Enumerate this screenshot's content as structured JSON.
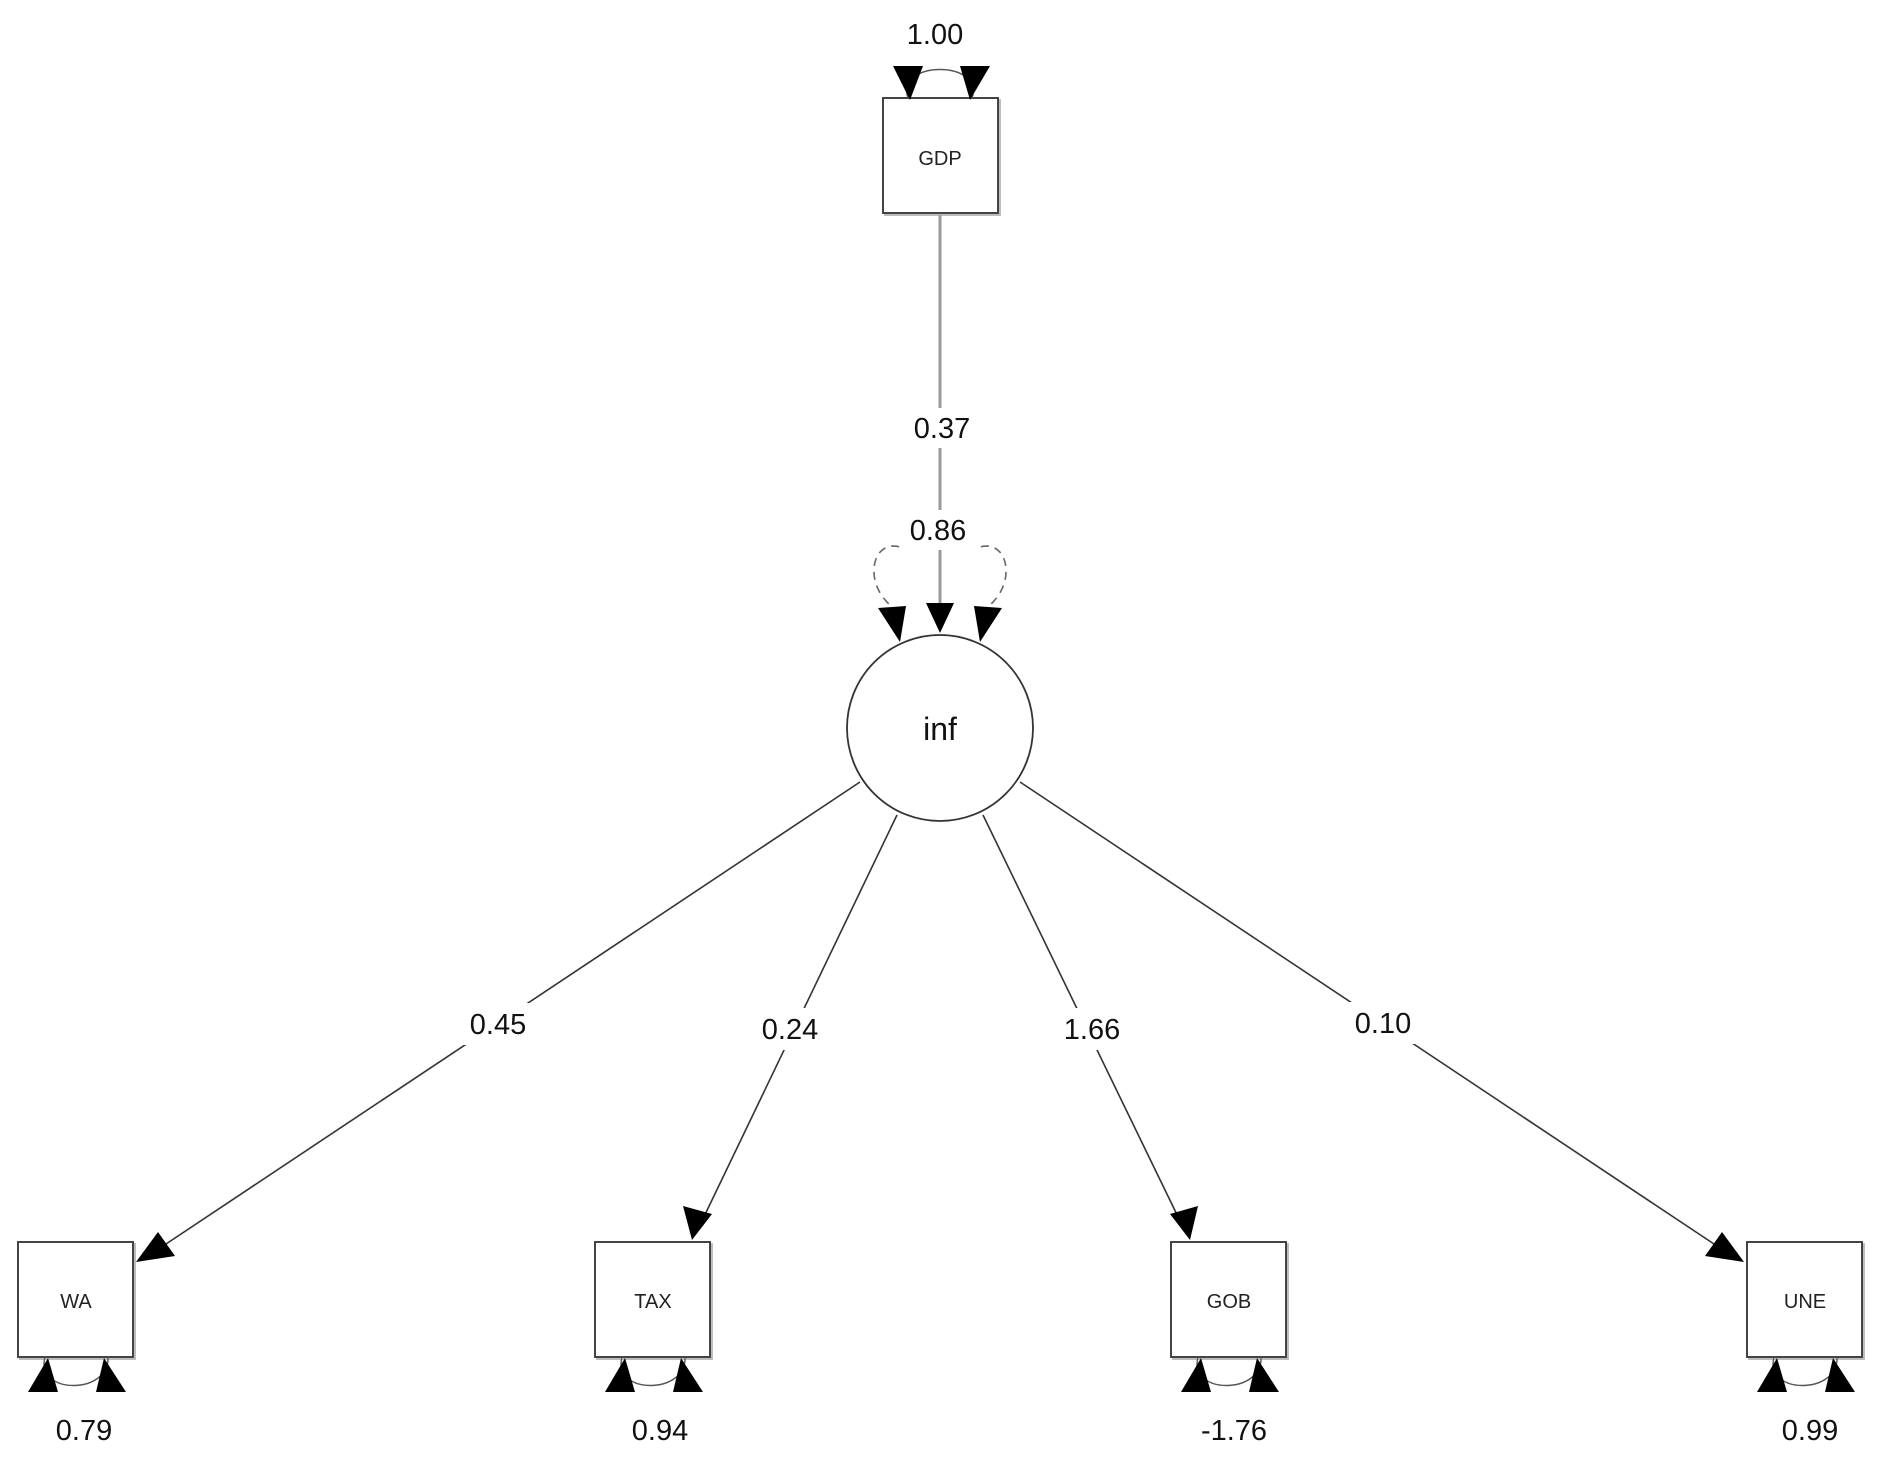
{
  "nodes": {
    "gdp": {
      "label": "GDP",
      "variance": "1.00"
    },
    "inf": {
      "label": "inf",
      "variance": "0.86"
    },
    "wa": {
      "label": "WA",
      "variance": "0.79"
    },
    "tax": {
      "label": "TAX",
      "variance": "0.94"
    },
    "gob": {
      "label": "GOB",
      "variance": "-1.76"
    },
    "une": {
      "label": "UNE",
      "variance": "0.99"
    }
  },
  "paths": {
    "gdp_inf": "0.37",
    "inf_wa": "0.45",
    "inf_tax": "0.24",
    "inf_gob": "1.66",
    "inf_une": "0.10"
  }
}
